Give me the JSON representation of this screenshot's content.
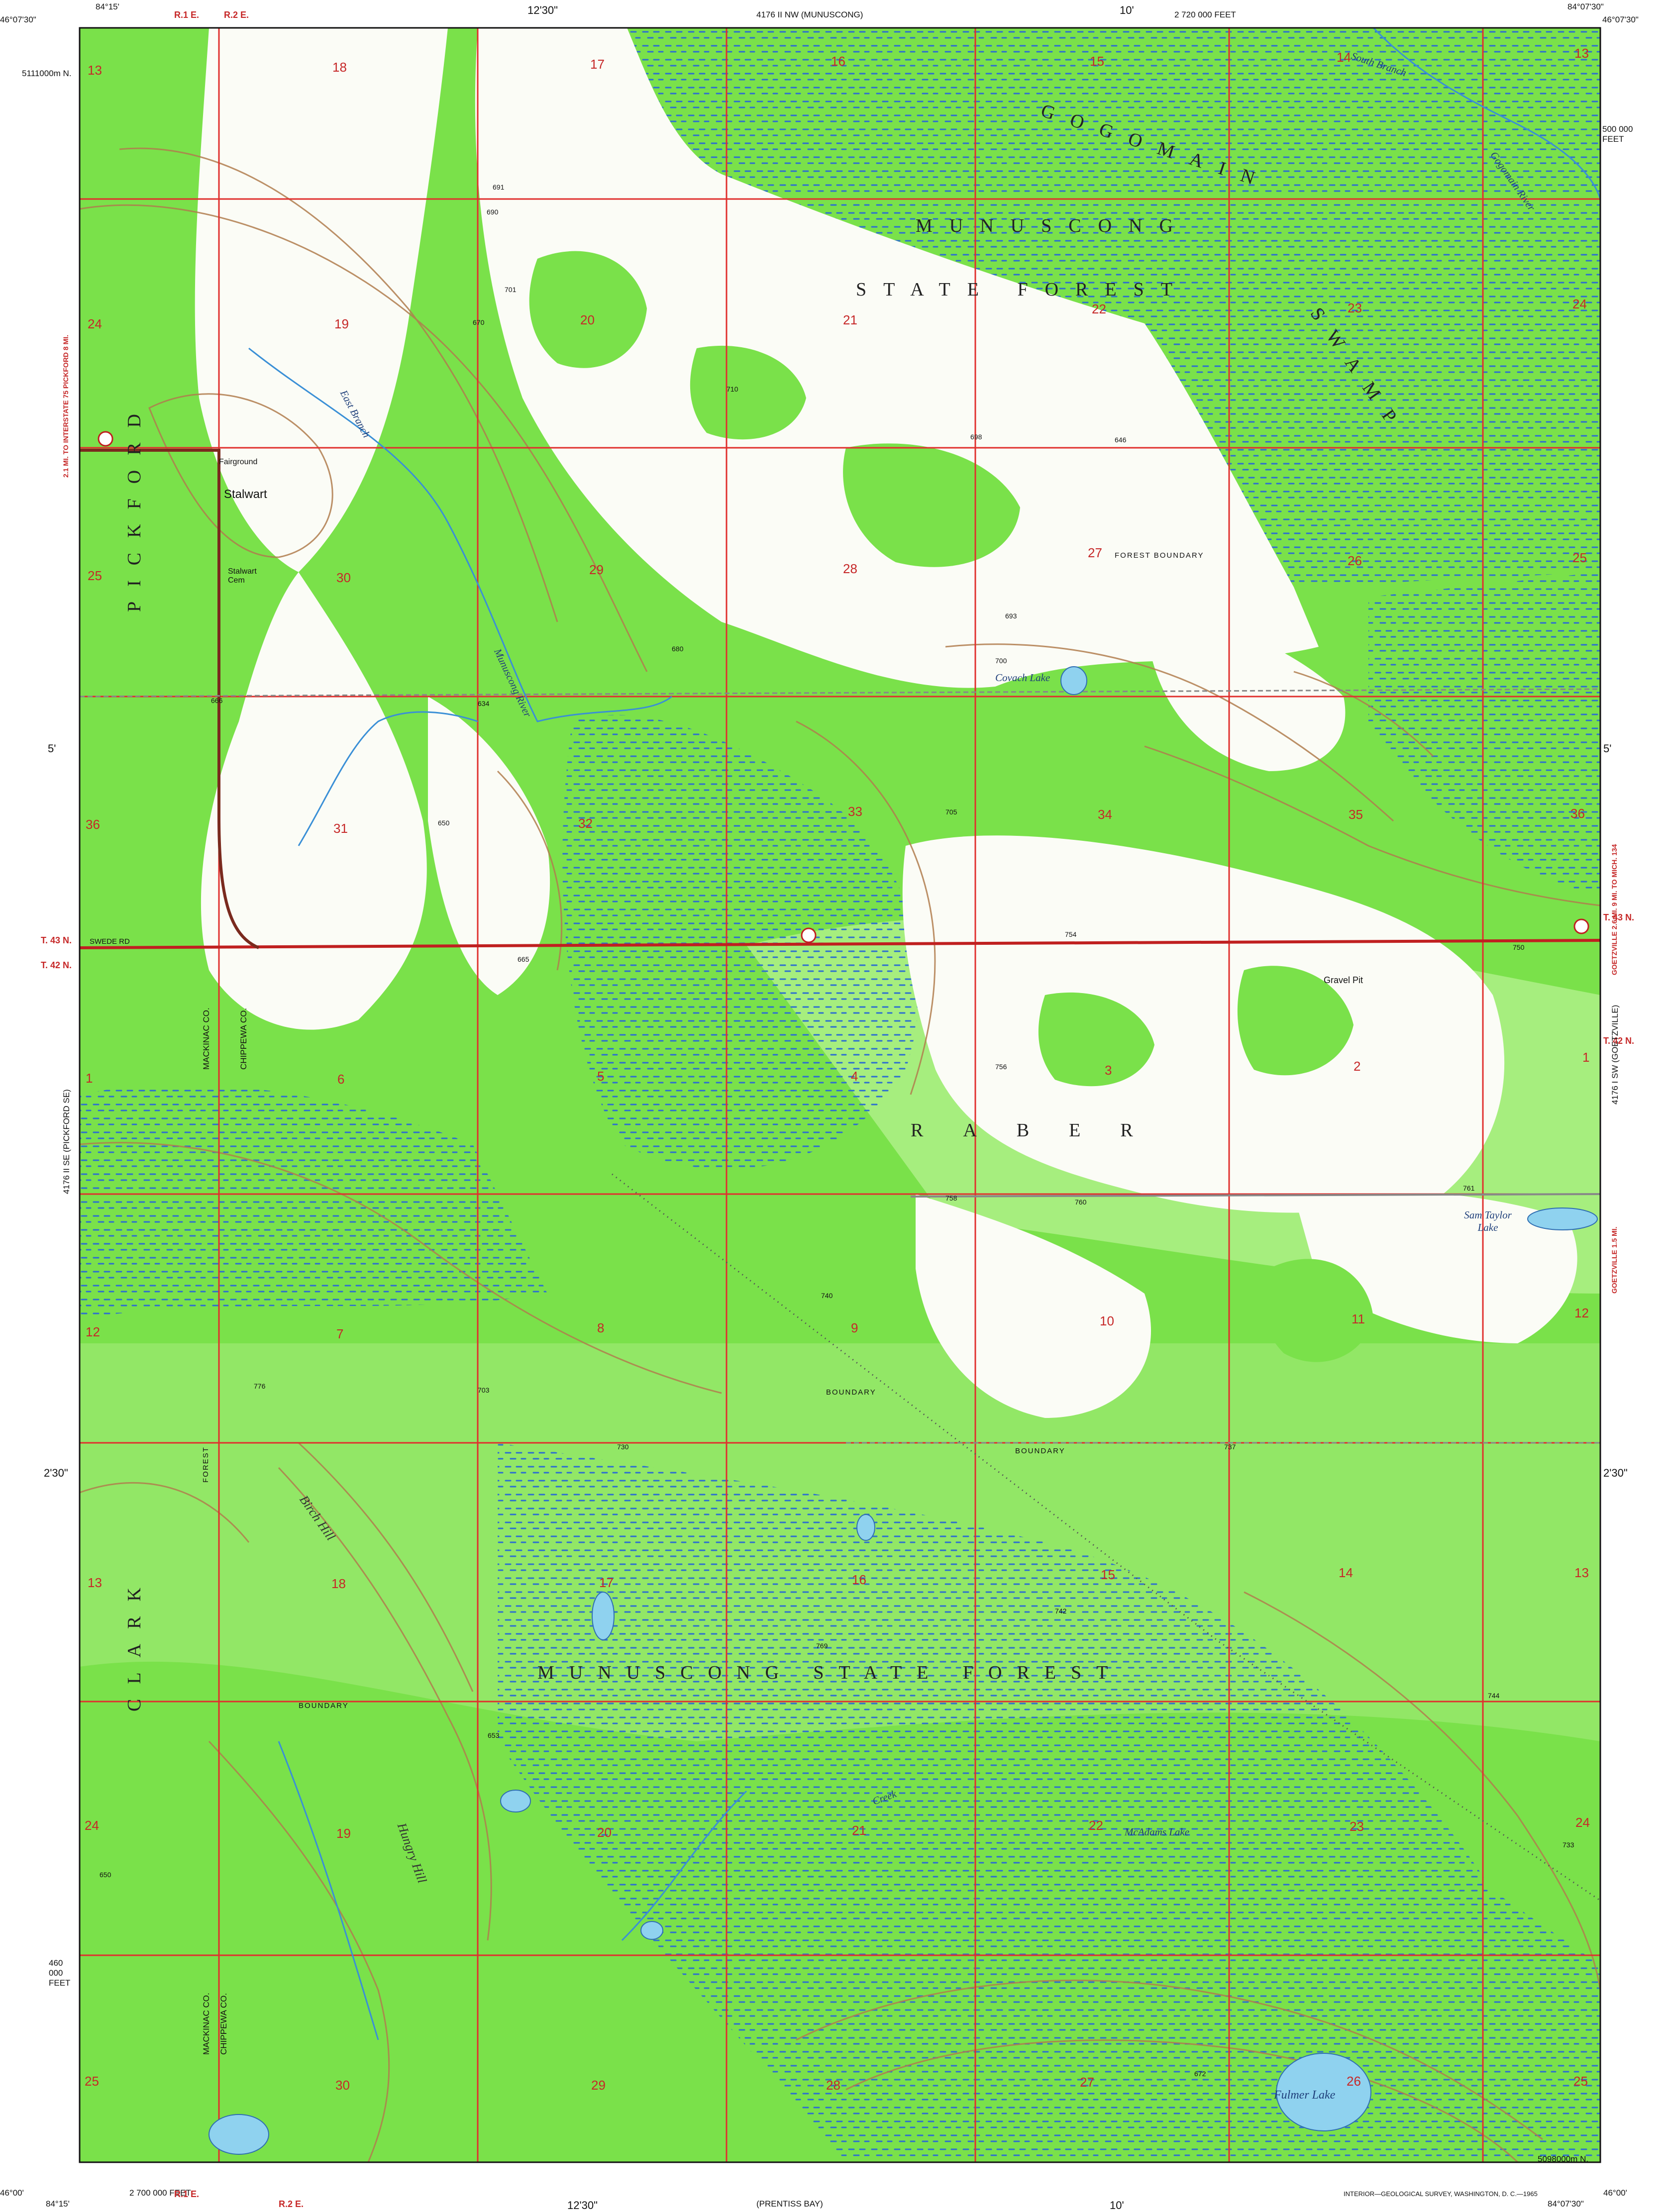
{
  "corners": {
    "nw_lon": "84°15'",
    "nw_lat": "46°07'30\"",
    "ne_lon": "84°07'30\"",
    "ne_lat": "46°07'30\"",
    "sw_lon": "84°15'",
    "sw_lat": "46°00'",
    "se_lon": "84°07'30\"",
    "se_lat": "46°00'"
  },
  "ticks": {
    "top_mid": "12'30\"",
    "top_right": "10'",
    "left_mid": "5'",
    "left_lower": "2'30\"",
    "right_mid": "5'",
    "right_lower": "2'30\"",
    "bottom_mid": "12'30\"",
    "bottom_right": "10'"
  },
  "margin": {
    "adjoining_top": "4176 II NW (MUNUSCONG)",
    "adjoining_bottom": "(PRENTISS BAY)",
    "adjoining_left": "4176 II SE (PICKFORD SE)",
    "adjoining_right": "4176 I SW (GOETZVILLE)",
    "feet_top": "2 720 000 FEET",
    "feet_bottom_left": "2 700 000 FEET",
    "feet_right_top": "500 000 FEET",
    "feet_left_bottom": "460 000 FEET",
    "utm_top_left": "5111000m N.",
    "utm_bottom_right": "5098000m N.",
    "range_top": [
      "R.1 E.",
      "R.2 E."
    ],
    "range_bottom": [
      "R.1 E.",
      "R.2 E."
    ],
    "township_right_upper": "T. 43 N.",
    "township_right_lower": "T. 42 N.",
    "township_left_upper": "T. 43 N.",
    "township_left_lower": "T. 42 N.",
    "road_note_left": "2.1 MI. TO INTERSTATE 75 PICKFORD 8 MI.",
    "road_note_right_upper": "GOETZVILLE 2.6 MI. 9 MI. TO MICH. 134",
    "road_note_right_lower": "GOETZVILLE 1.5 MI.",
    "imprint": "INTERIOR—GEOLOGICAL SURVEY, WASHINGTON, D. C.—1965"
  },
  "labels": {
    "forest_north_1": "MUNUSCONG",
    "forest_north_2": "STATE FOREST",
    "swamp": "GOGOMAIN",
    "swamp_2": "SWAMP",
    "forest_south": "MUNUSCONG STATE FOREST",
    "township_raber": "RABER",
    "county_pickford": "PICKFORD",
    "county_clark": "CLARK",
    "stalwart": "Stalwart",
    "fairground": "Fairground",
    "stalwart_cem": "Stalwart Cem",
    "swede_rd": "SWEDE RD",
    "gravel_pit": "Gravel Pit",
    "mackinac_co": "MACKINAC CO.",
    "chippewa_co": "CHIPPEWA CO.",
    "mackinac_co_2": "MACKINAC CO.",
    "chippewa_co_2": "CHIPPEWA CO.",
    "covach_lake": "Covach Lake",
    "sam_taylor_lake": "Sam Taylor Lake",
    "mcadams_lake": "McAdams Lake",
    "fulmer_lake": "Fulmer Lake",
    "birch_hill": "Birch Hill",
    "hungry_hill": "Hungry Hill",
    "creek": "Creek",
    "east_branch": "East Branch",
    "munuscong_river": "Munuscong River",
    "south_branch": "South Branch",
    "gogomain_river": "Gogomain River",
    "forest_boundary": "FOREST BOUNDARY",
    "boundary": "BOUNDARY",
    "forest": "FOREST"
  },
  "sections": [
    "13",
    "18",
    "17",
    "16",
    "15",
    "14",
    "13",
    "24",
    "19",
    "20",
    "21",
    "22",
    "23",
    "24",
    "25",
    "30",
    "29",
    "28",
    "27",
    "26",
    "25",
    "36",
    "31",
    "32",
    "33",
    "34",
    "35",
    "36",
    "1",
    "6",
    "5",
    "4",
    "3",
    "2",
    "1",
    "12",
    "7",
    "8",
    "9",
    "10",
    "11",
    "12",
    "13",
    "18",
    "17",
    "16",
    "15",
    "14",
    "13",
    "24",
    "19",
    "20",
    "21",
    "22",
    "23",
    "24",
    "25",
    "30",
    "29",
    "28",
    "27",
    "26",
    "25"
  ],
  "elevations": [
    "690",
    "680",
    "691",
    "701",
    "710",
    "698",
    "646",
    "693",
    "700",
    "650",
    "634",
    "666",
    "705",
    "754",
    "756",
    "760",
    "758",
    "761",
    "750",
    "740",
    "730",
    "703",
    "776",
    "769",
    "737",
    "742",
    "733",
    "744",
    "650",
    "672",
    "653",
    "665",
    "670"
  ],
  "colors": {
    "woodland": "#7ae14a",
    "woodland_light": "#a6ee7e",
    "clearing": "#fbfcf6",
    "contour": "#b07d4e",
    "grid_red": "#e0302e",
    "water": "#8fd2ef",
    "marsh": "#2d6fd0",
    "road": "#7a2a1e"
  }
}
